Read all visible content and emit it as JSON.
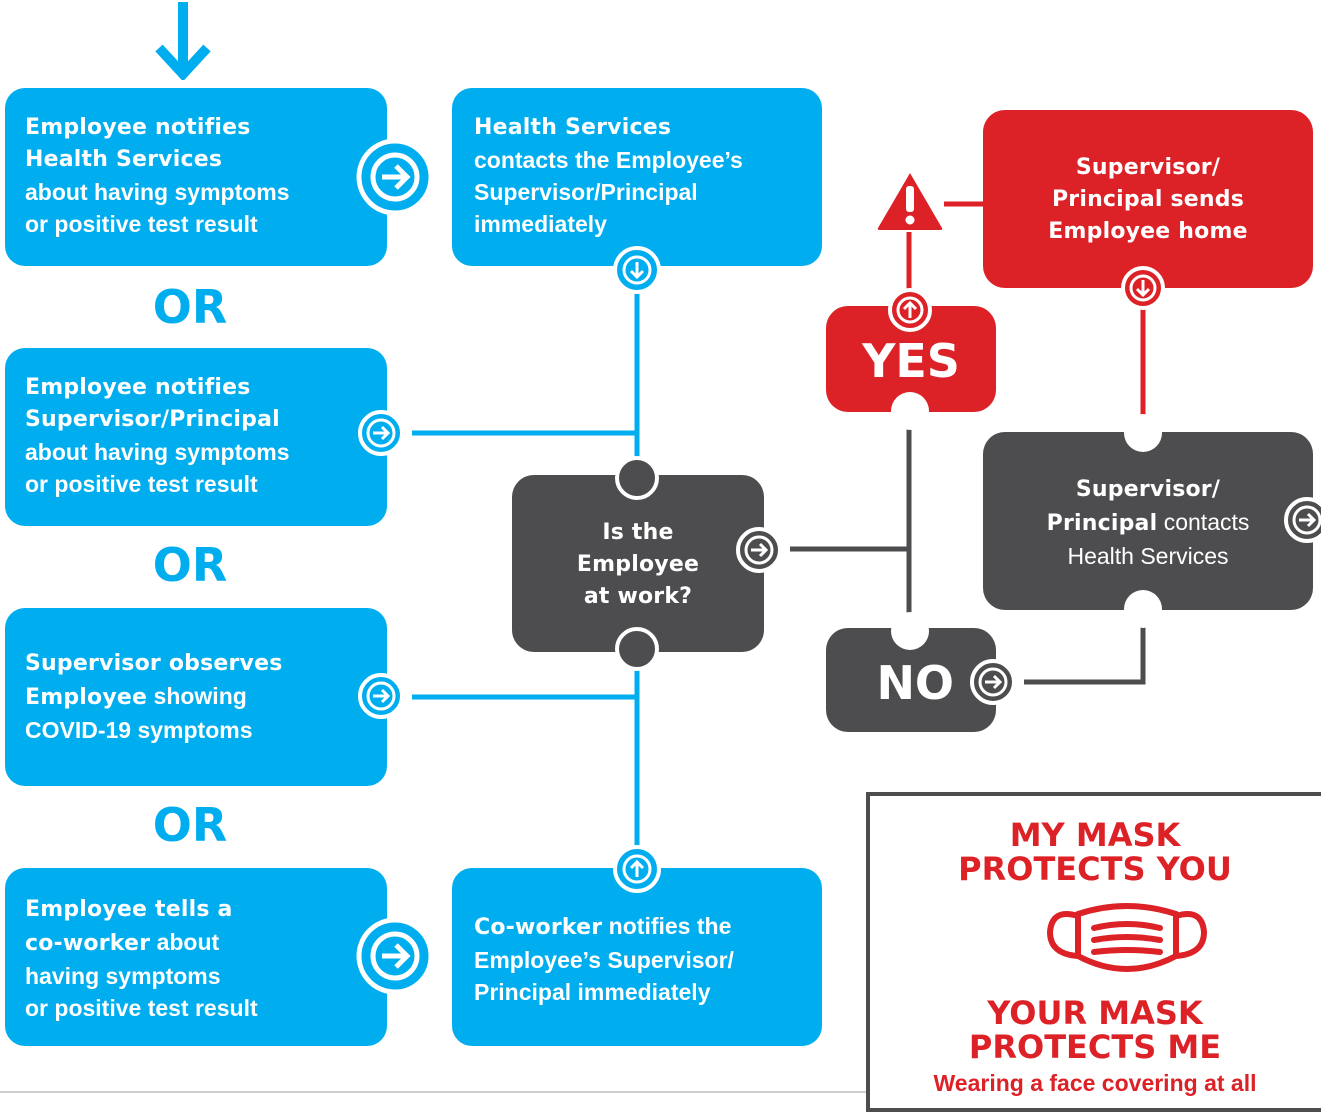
{
  "colors": {
    "blue": "#00adef",
    "dark": "#4d4d4f",
    "red": "#dc2127"
  },
  "or_label": "OR",
  "entry_arrow_icon": "arrow-down-icon",
  "paths": {
    "health_services_notified": {
      "line1": "Employee notifies",
      "line2": "Health Services",
      "line3": "about having symptoms",
      "line4": "or positive test result"
    },
    "supervisor_notified": {
      "line1": "Employee notifies",
      "line2": "Supervisor/Principal",
      "line3": "about having symptoms",
      "line4": "or positive test result"
    },
    "supervisor_observes": {
      "line1_bold": "Supervisor observes",
      "line2_bold": "Employee",
      "line2_rest": " showing",
      "line3": "COVID-19 symptoms"
    },
    "coworker_told": {
      "line1": "Employee tells a",
      "line2_bold": "co-worker",
      "line2_rest": " about",
      "line3": "having symptoms",
      "line4": "or positive test result"
    }
  },
  "health_services_contacts": {
    "line1_bold": "Health Services",
    "line2": "contacts the Employee’s",
    "line3": "Supervisor/Principal",
    "line4": "immediately"
  },
  "coworker_notifies": {
    "line1_bold": "Co-worker",
    "line1_rest": " notifies the",
    "line2": "Employee’s Supervisor/",
    "line3": "Principal immediately"
  },
  "decision": {
    "line1": "Is the",
    "line2": "Employee",
    "line3": "at work?"
  },
  "yes_label": "YES",
  "no_label": "NO",
  "warning_icon": "warning-triangle-icon",
  "sends_home": {
    "line1": "Supervisor/",
    "line2": "Principal sends",
    "line3": "Employee home"
  },
  "contacts_health": {
    "line1_bold": "Supervisor/",
    "line2_bold": "Principal",
    "line2_rest": " contacts",
    "line3": "Health Services"
  },
  "mask_panel": {
    "heading1": "MY MASK",
    "heading2": "PROTECTS YOU",
    "icon": "face-mask-icon",
    "heading3": "YOUR MASK",
    "heading4": "PROTECTS ME",
    "body_line1": "Wearing a face covering at all"
  }
}
